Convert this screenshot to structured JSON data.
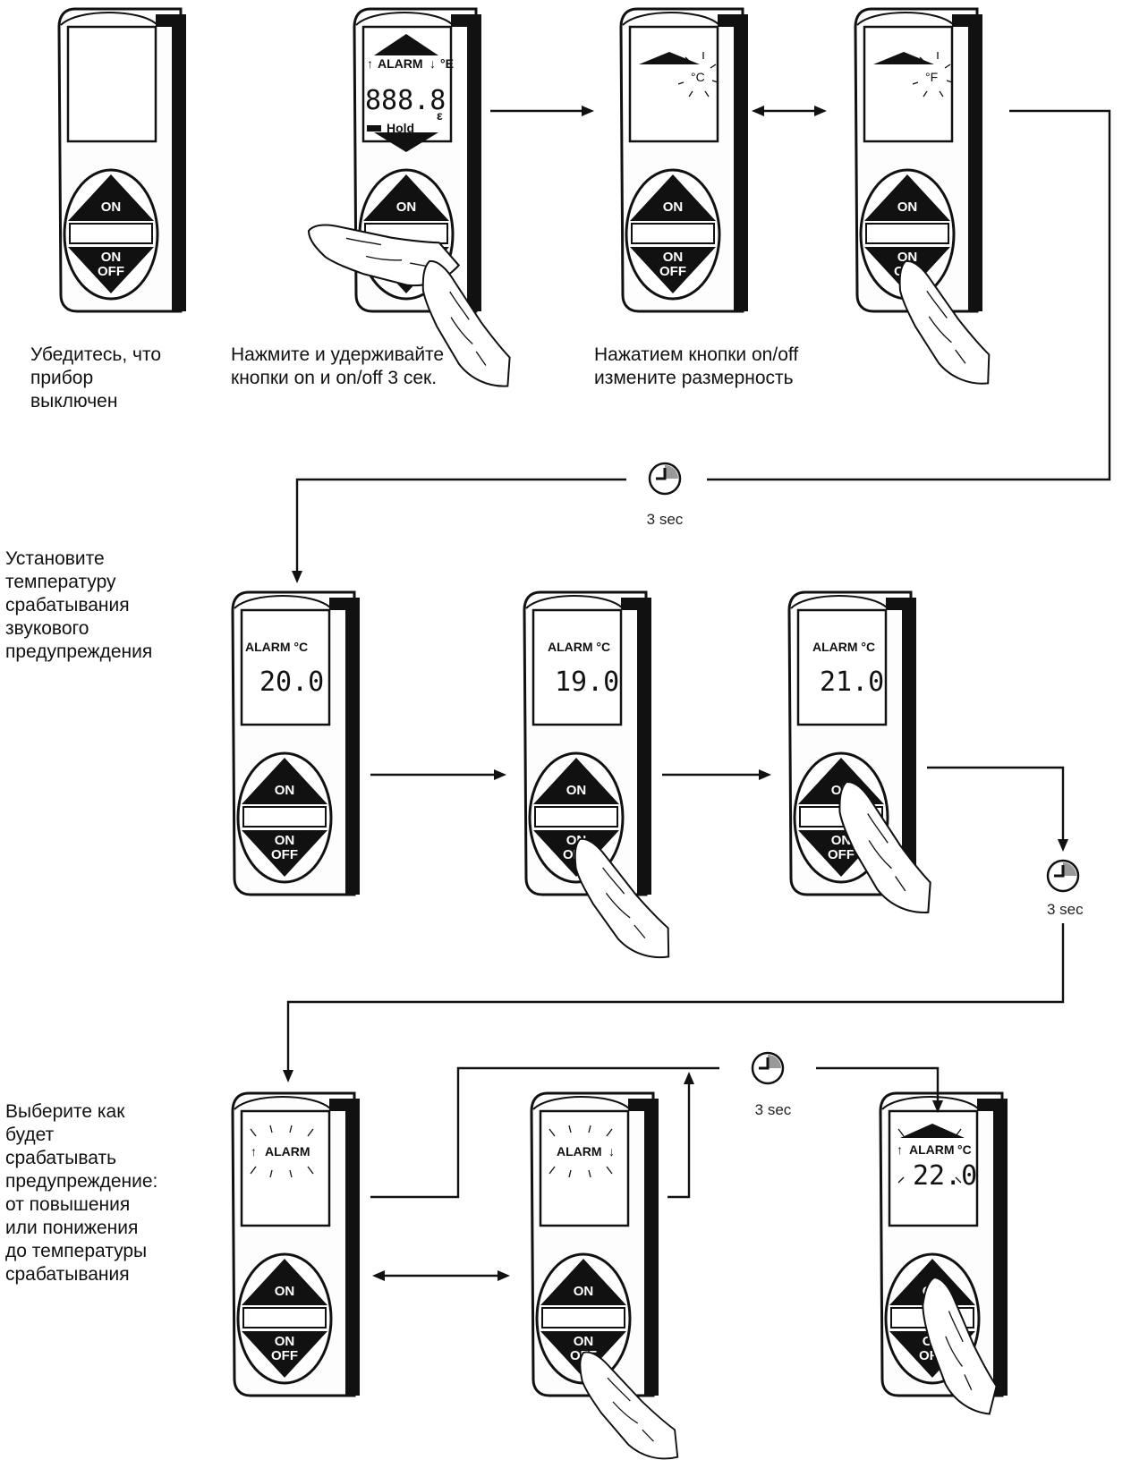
{
  "captions": {
    "step1": "Убедитесь, что\nприбор\nвыключен",
    "step2": "Нажмите и удерживайте\nкнопки on и on/off 3 сек.",
    "step3": "Нажатием кнопки on/off\nизмените размерность",
    "step4": "Установите\nтемпературу\nсрабатывания\nзвукового\nпредупреждения",
    "step5": "Выберите как\nбудет\nсрабатывать\nпредупреждение:\nот повышения\nили понижения\nдо температуры\nсрабатывания"
  },
  "buttons": {
    "on": "ON",
    "onoff_top": "ON",
    "onoff_bottom": "OFF"
  },
  "displays": {
    "d2": {
      "top": "ALARM",
      "unit": "°E",
      "digits": "888.8",
      "hold": "Hold",
      "eps": "ε"
    },
    "d3": {
      "unit": "°C"
    },
    "d4": {
      "unit": "°F"
    },
    "d5": {
      "label": "ALARM °C",
      "value": "20.0"
    },
    "d6": {
      "label": "ALARM  °C",
      "value": "19.0"
    },
    "d7": {
      "label": "ALARM °C",
      "value": "21.0"
    },
    "d8": {
      "label": "ALARM"
    },
    "d9": {
      "label": "ALARM"
    },
    "d10": {
      "label": "ALARM",
      "unit": "°C",
      "value": "22.0"
    }
  },
  "timers": {
    "t1": "3 sec",
    "t2": "3 sec",
    "t3": "3 sec"
  }
}
